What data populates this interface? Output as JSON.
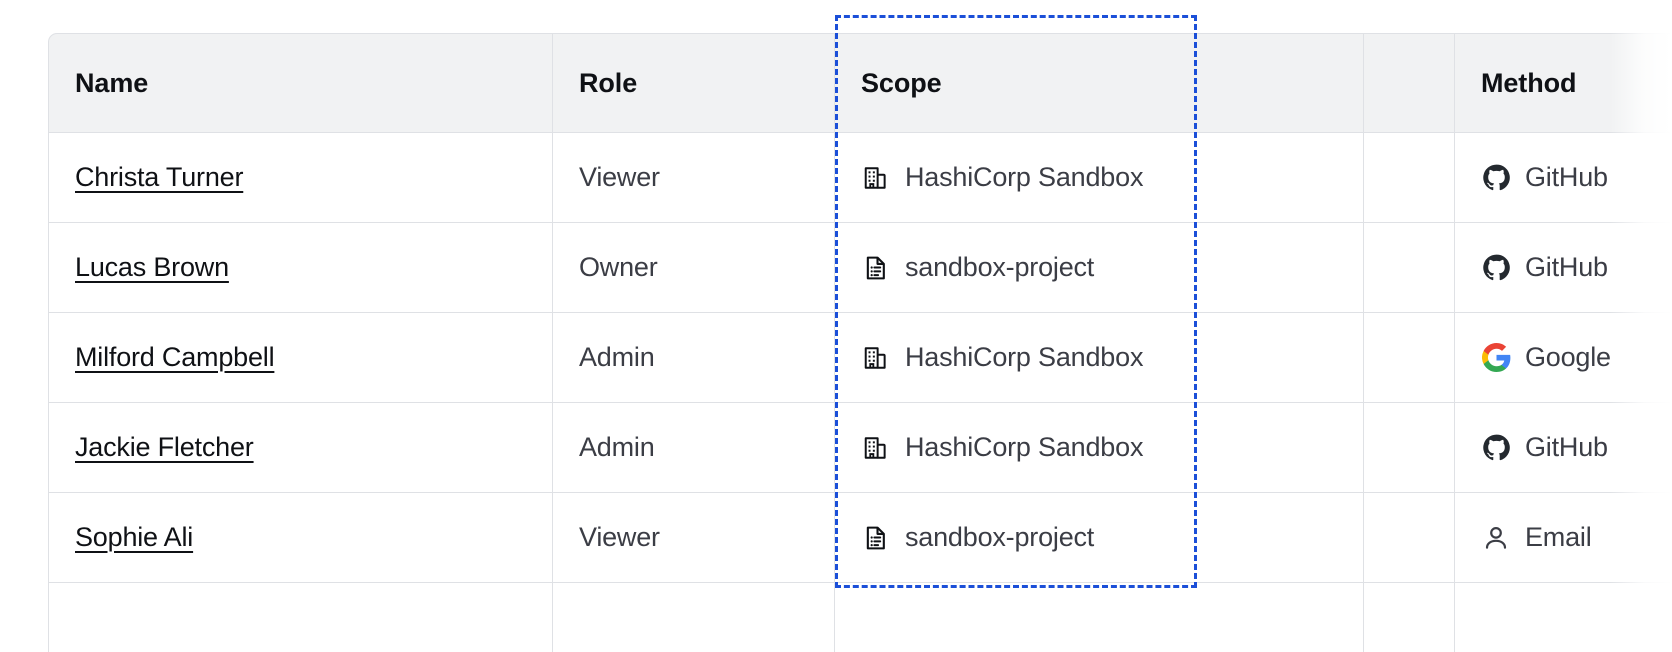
{
  "table": {
    "columns": [
      {
        "key": "name",
        "label": "Name"
      },
      {
        "key": "role",
        "label": "Role"
      },
      {
        "key": "scope",
        "label": "Scope"
      },
      {
        "key": "blank",
        "label": ""
      },
      {
        "key": "method",
        "label": "Method"
      }
    ],
    "rows": [
      {
        "name": "Christa Turner",
        "role": "Viewer",
        "scope": "HashiCorp Sandbox",
        "scope_icon": "building-icon",
        "method": "GitHub",
        "method_icon": "github-icon"
      },
      {
        "name": "Lucas Brown",
        "role": "Owner",
        "scope": "sandbox-project",
        "scope_icon": "document-icon",
        "method": "GitHub",
        "method_icon": "github-icon"
      },
      {
        "name": "Milford Campbell",
        "role": "Admin",
        "scope": "HashiCorp Sandbox",
        "scope_icon": "building-icon",
        "method": "Google",
        "method_icon": "google-icon"
      },
      {
        "name": "Jackie Fletcher",
        "role": "Admin",
        "scope": "HashiCorp Sandbox",
        "scope_icon": "building-icon",
        "method": "GitHub",
        "method_icon": "github-icon"
      },
      {
        "name": "Sophie Ali",
        "role": "Viewer",
        "scope": "sandbox-project",
        "scope_icon": "document-icon",
        "method": "Email",
        "method_icon": "user-icon"
      },
      {
        "name": "",
        "role": "",
        "scope": "",
        "scope_icon": "",
        "method": "",
        "method_icon": ""
      }
    ]
  },
  "selection": {
    "target_column": "Scope",
    "border_color": "#1b4fd8",
    "style": "dashed"
  },
  "colors": {
    "header_background": "#f1f2f3",
    "border": "#dfe1e5",
    "text_primary": "#0f1115",
    "text_secondary": "#3b3d45",
    "github": "#24292f",
    "google_blue": "#4285f4",
    "google_red": "#ea4335",
    "google_yellow": "#fbbc05",
    "google_green": "#34a853"
  }
}
